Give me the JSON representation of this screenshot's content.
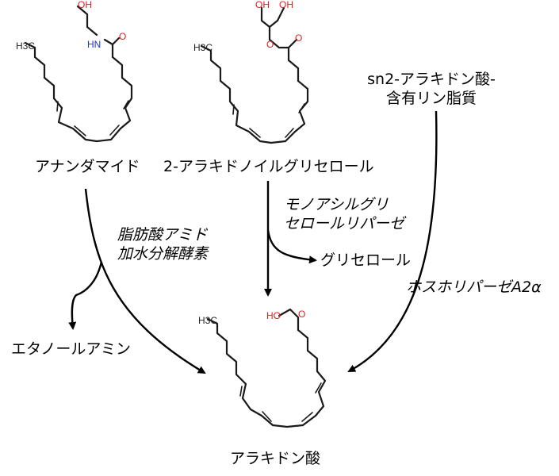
{
  "compounds": {
    "anandamide": "アナンダマイド",
    "two_ag": "2-アラキドノイルグリセロール",
    "sn2_pl": [
      "sn2-アラキドン酸-",
      "含有リン脂質"
    ],
    "arachidonic_acid": "アラキドン酸",
    "ethanolamine": "エタノールアミン",
    "glycerol": "グリセロール"
  },
  "enzymes": {
    "faah": [
      "脂肪酸アミド",
      "加水分解酵素"
    ],
    "magl": [
      "モノアシルグリ",
      "セロールリパーゼ"
    ],
    "pla2": "ホスホリパーゼA2α"
  },
  "atoms": {
    "hydroxyl": "OH",
    "carboxyl": "HO",
    "amide_nh": "HN",
    "ester_o": "O",
    "carbonyl_o": "O",
    "terminal_methyl": "H3C"
  },
  "colors": {
    "oxygen": "#e02020",
    "nitrogen": "#2030e0",
    "bond": "#1a1a1a"
  }
}
